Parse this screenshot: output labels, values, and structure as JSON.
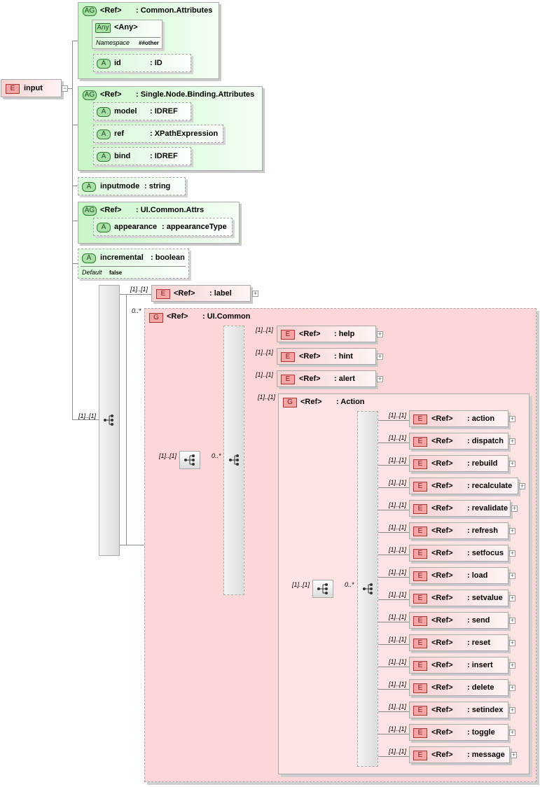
{
  "root": {
    "badge": "E",
    "name": "input"
  },
  "labels": {
    "ref": "<Ref>"
  },
  "attribute_groups": [
    {
      "badge": "AG",
      "ref": "<Ref>",
      "name": ": Common.Attributes"
    },
    {
      "badge": "AG",
      "ref": "<Ref>",
      "name": ": Single.Node.Binding.Attributes"
    },
    {
      "badge": "AG",
      "ref": "<Ref>",
      "name": ": UI.Common.Attrs"
    }
  ],
  "any": {
    "badge": "Any",
    "name": "<Any>",
    "namespace_label": "Namespace",
    "namespace_value": "##other"
  },
  "attributes": {
    "id": {
      "badge": "A",
      "name": "id",
      "type": ": ID"
    },
    "model": {
      "badge": "A",
      "name": "model",
      "type": ": IDREF"
    },
    "ref": {
      "badge": "A",
      "name": "ref",
      "type": ": XPathExpression"
    },
    "bind": {
      "badge": "A",
      "name": "bind",
      "type": ": IDREF"
    },
    "inputmode": {
      "badge": "A",
      "name": "inputmode",
      "type": ": string"
    },
    "appearance": {
      "badge": "A",
      "name": "appearance",
      "type": ": appearanceType"
    },
    "incremental": {
      "badge": "A",
      "name": "incremental",
      "type": ": boolean",
      "default_label": "Default",
      "default_value": "false"
    }
  },
  "label_element": {
    "badge": "E",
    "ref": "<Ref>",
    "name": ": label",
    "card": "[1]..[1]"
  },
  "groups": {
    "ui_common": {
      "badge": "G",
      "ref": "<Ref>",
      "name": ": UI.Common",
      "card": "0..*"
    },
    "action": {
      "badge": "G",
      "ref": "<Ref>",
      "name": ": Action",
      "card": "[1]..[1]"
    }
  },
  "cardinalities": {
    "outer_seq": "[1]..[1]",
    "choice1_in": "[1]..[1]",
    "choice1_out": "0..*",
    "choice2_in": "[1]..[1]",
    "choice2_out": "0..*"
  },
  "ui_elements": [
    {
      "badge": "E",
      "ref": "<Ref>",
      "name": ": help",
      "card": "[1]..[1]"
    },
    {
      "badge": "E",
      "ref": "<Ref>",
      "name": ": hint",
      "card": "[1]..[1]"
    },
    {
      "badge": "E",
      "ref": "<Ref>",
      "name": ": alert",
      "card": "[1]..[1]"
    }
  ],
  "action_elements": [
    {
      "badge": "E",
      "ref": "<Ref>",
      "name": ": action",
      "card": "[1]..[1]"
    },
    {
      "badge": "E",
      "ref": "<Ref>",
      "name": ": dispatch",
      "card": "[1]..[1]"
    },
    {
      "badge": "E",
      "ref": "<Ref>",
      "name": ": rebuild",
      "card": "[1]..[1]"
    },
    {
      "badge": "E",
      "ref": "<Ref>",
      "name": ": recalculate",
      "card": "[1]..[1]"
    },
    {
      "badge": "E",
      "ref": "<Ref>",
      "name": ": revalidate",
      "card": "[1]..[1]"
    },
    {
      "badge": "E",
      "ref": "<Ref>",
      "name": ": refresh",
      "card": "[1]..[1]"
    },
    {
      "badge": "E",
      "ref": "<Ref>",
      "name": ": setfocus",
      "card": "[1]..[1]"
    },
    {
      "badge": "E",
      "ref": "<Ref>",
      "name": ": load",
      "card": "[1]..[1]"
    },
    {
      "badge": "E",
      "ref": "<Ref>",
      "name": ": setvalue",
      "card": "[1]..[1]"
    },
    {
      "badge": "E",
      "ref": "<Ref>",
      "name": ": send",
      "card": "[1]..[1]"
    },
    {
      "badge": "E",
      "ref": "<Ref>",
      "name": ": reset",
      "card": "[1]..[1]"
    },
    {
      "badge": "E",
      "ref": "<Ref>",
      "name": ": insert",
      "card": "[1]..[1]"
    },
    {
      "badge": "E",
      "ref": "<Ref>",
      "name": ": delete",
      "card": "[1]..[1]"
    },
    {
      "badge": "E",
      "ref": "<Ref>",
      "name": ": setindex",
      "card": "[1]..[1]"
    },
    {
      "badge": "E",
      "ref": "<Ref>",
      "name": ": toggle",
      "card": "[1]..[1]"
    },
    {
      "badge": "E",
      "ref": "<Ref>",
      "name": ": message",
      "card": "[1]..[1]"
    }
  ]
}
